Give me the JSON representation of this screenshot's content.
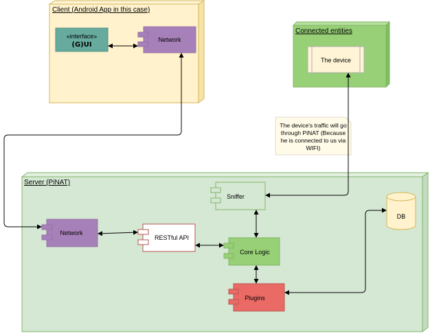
{
  "client_node": {
    "title": "Client (Android App in this case)"
  },
  "gui_interface": {
    "stereotype": "«interface»",
    "name": "(G)UI"
  },
  "client_network": {
    "label": "Network"
  },
  "connected_node": {
    "title": "Connected entities"
  },
  "device": {
    "label": "The device"
  },
  "note": {
    "lines": [
      "The device's traffic will go",
      "through PiNAT (Because",
      "he is connected to us via",
      "WIFI)"
    ]
  },
  "server_node": {
    "title": "Server (PiNAT)"
  },
  "sniffer": {
    "label": "Sniffer"
  },
  "db": {
    "label": "DB"
  },
  "server_network": {
    "label": "Network"
  },
  "restful_api": {
    "label": "RESTful API"
  },
  "core_logic": {
    "label": "Core Logic"
  },
  "plugins": {
    "label": "Plugins"
  },
  "colors": {
    "client_fill": "#fff2cc",
    "connected_fill": "#97d077",
    "server_fill": "#d5e8d4",
    "network": "#a680b8",
    "gui": "#67ab9f",
    "sniffer": "#d5e8d4",
    "core_logic": "#97d077",
    "plugins": "#ea6b66",
    "db": "#fff2cc",
    "note": "#fff9e6"
  }
}
